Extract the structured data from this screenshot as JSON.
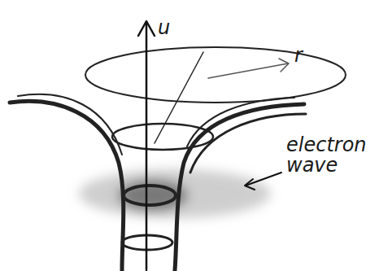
{
  "diagram": {
    "labels": [
      "u",
      "r",
      "electron wave"
    ]
  }
}
